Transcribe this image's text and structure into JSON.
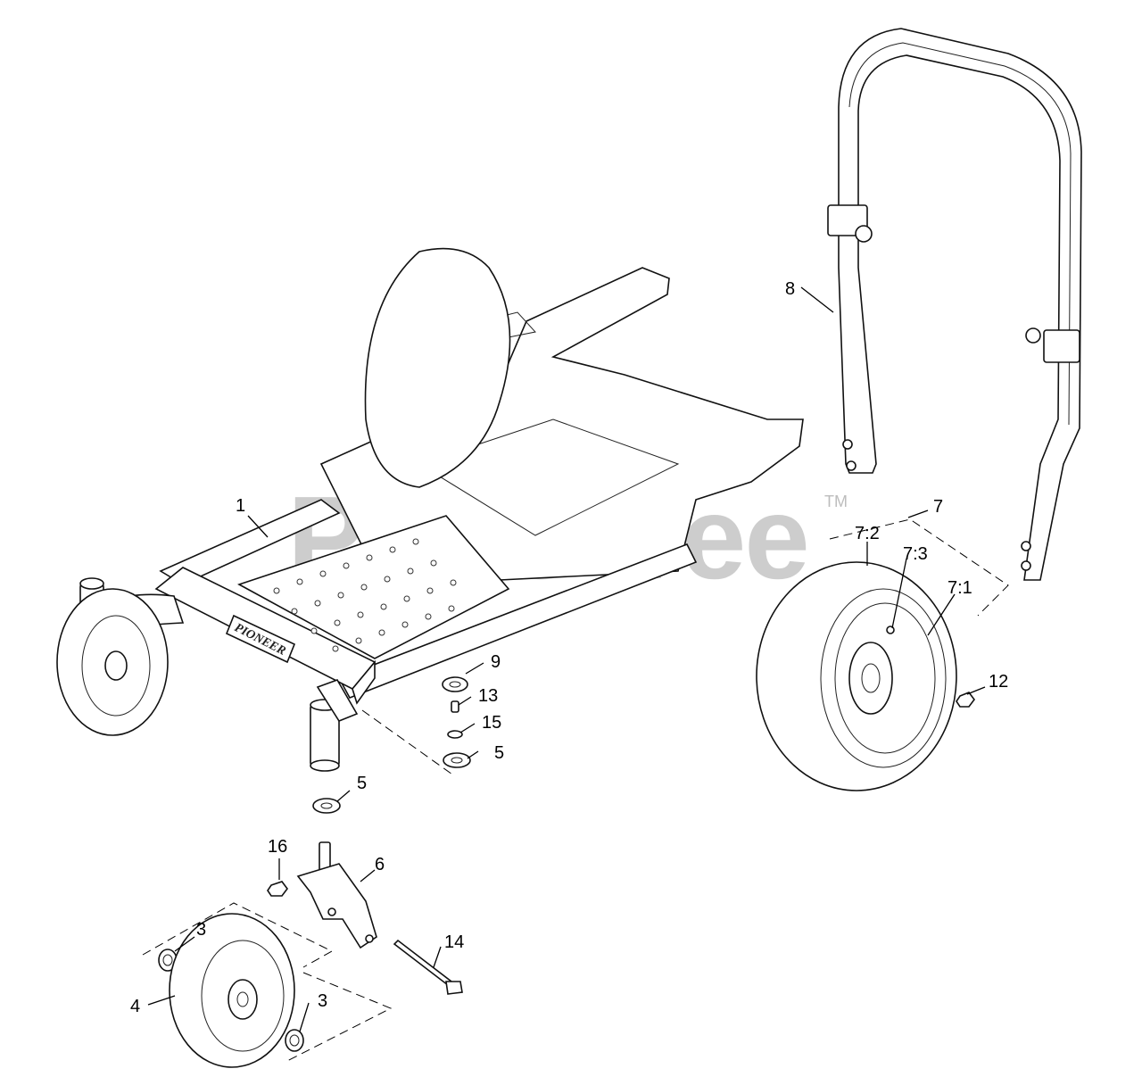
{
  "watermark": {
    "text": "PartsTree",
    "trademark": "TM"
  },
  "frame_brand": "PIONEER",
  "callouts": [
    {
      "id": "1",
      "label": "1"
    },
    {
      "id": "8",
      "label": "8"
    },
    {
      "id": "7",
      "label": "7"
    },
    {
      "id": "7_2",
      "label": "7:2"
    },
    {
      "id": "7_3",
      "label": "7:3"
    },
    {
      "id": "7_1",
      "label": "7:1"
    },
    {
      "id": "12",
      "label": "12"
    },
    {
      "id": "9",
      "label": "9"
    },
    {
      "id": "13",
      "label": "13"
    },
    {
      "id": "15",
      "label": "15"
    },
    {
      "id": "5a",
      "label": "5"
    },
    {
      "id": "5b",
      "label": "5"
    },
    {
      "id": "16",
      "label": "16"
    },
    {
      "id": "6",
      "label": "6"
    },
    {
      "id": "14",
      "label": "14"
    },
    {
      "id": "3a",
      "label": "3"
    },
    {
      "id": "3b",
      "label": "3"
    },
    {
      "id": "4",
      "label": "4"
    }
  ]
}
